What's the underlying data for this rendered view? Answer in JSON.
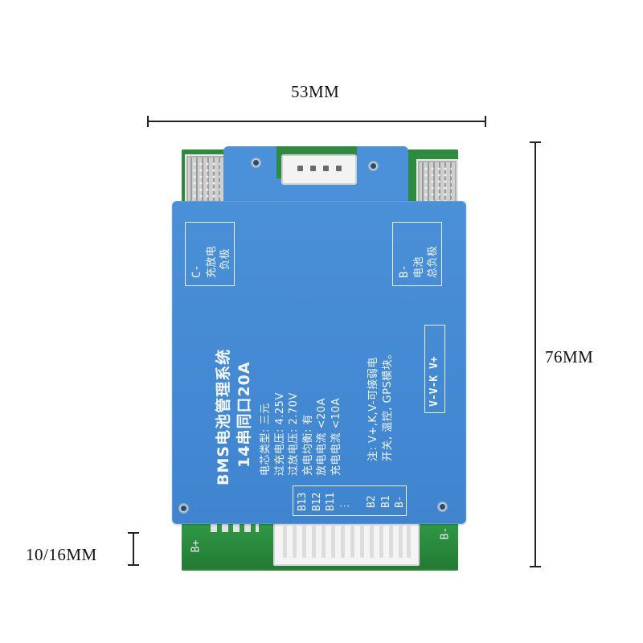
{
  "dimensions": {
    "width_label": "53MM",
    "height_label": "76MM",
    "thickness_label": "10/16MM"
  },
  "cover": {
    "c_minus": {
      "title": "C-",
      "line1": "充放电",
      "line2": "负极"
    },
    "b_minus": {
      "title": "B-",
      "line1": "电池",
      "line2": "总负极"
    },
    "title": "BMS电池管理系统",
    "subtitle": "14串同口20A",
    "specs": [
      "电芯类型: 三元",
      "过充电压: 4.25V",
      "过放电压: 2.70V",
      "充电均衡: 有",
      "放电电流 <20A",
      "充电电流 <10A"
    ],
    "note_line1": "注: V+,K,V-可接弱电",
    "note_line2": "开关, 温控, GPS模块。",
    "port_label": "V-V-K V+",
    "balance_left": [
      "B13",
      "B12",
      "B11",
      "⋮"
    ],
    "balance_right": [
      "B2",
      "B1",
      "B-"
    ]
  },
  "pcb": {
    "b_plus_label": "B+",
    "b_minus_label": "B-"
  },
  "colors": {
    "cover": "#4a90d8",
    "pcb": "#2d8a3e",
    "background": "#ffffff"
  }
}
